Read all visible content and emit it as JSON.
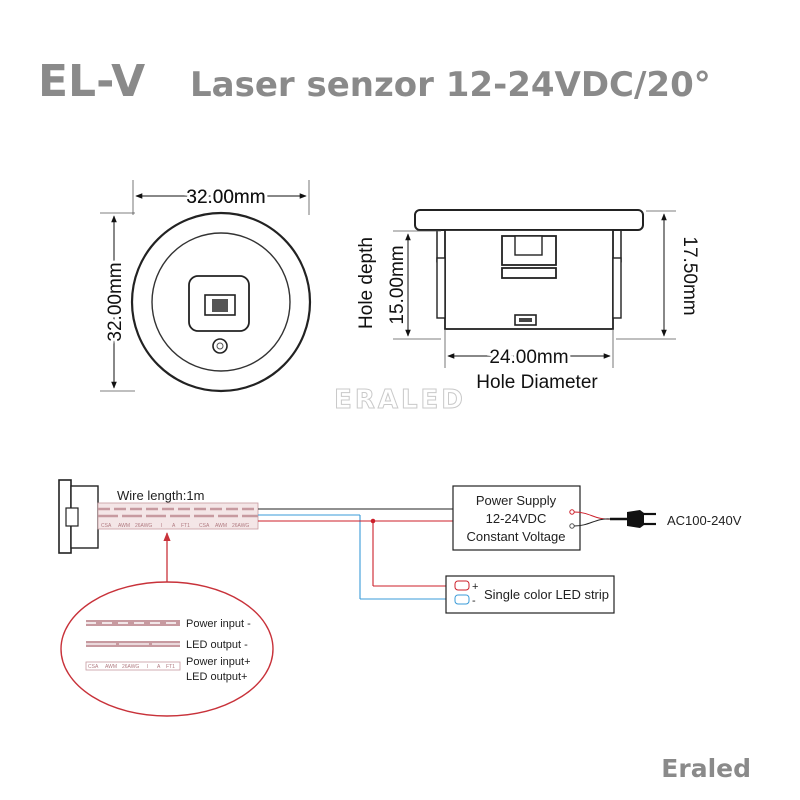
{
  "header": {
    "model": "EL-V",
    "description": "Laser senzor 12-24VDC/20°"
  },
  "dimensions": {
    "front_width": "32.00mm",
    "front_height": "32.00mm",
    "hole_depth_label": "Hole depth",
    "hole_depth_value": "15.00mm",
    "total_height": "17.50mm",
    "hole_diameter_value": "24.00mm",
    "hole_diameter_label": "Hole Diameter"
  },
  "watermark": "ERALED",
  "wiring": {
    "wire_length": "Wire length:1m",
    "cable_print": [
      "CSA",
      "AWM",
      "26AWG",
      "I",
      "A",
      "FT1",
      "CSA",
      "AWM",
      "26AWG"
    ],
    "power_supply": [
      "Power Supply",
      "12-24VDC",
      "Constant Voltage"
    ],
    "mains": "AC100-240V",
    "led_strip": "Single color LED strip",
    "led_plus": "+",
    "led_minus": "-"
  },
  "legend": {
    "power_minus": "Power input -",
    "led_minus": "LED output -",
    "power_plus": "Power input+",
    "led_plus": "LED output+",
    "cable_print": [
      "CSA",
      "AWM",
      "26AWG",
      "I",
      "A",
      "FT1"
    ]
  },
  "footer": {
    "brand": "Eraled"
  },
  "colors": {
    "title_gray": "#8a8a8a",
    "red_wire": "#cc1f2a",
    "blue_wire": "#3a9bd8",
    "cable_pink": "#c79aa0",
    "callout_red": "#c8323a"
  }
}
